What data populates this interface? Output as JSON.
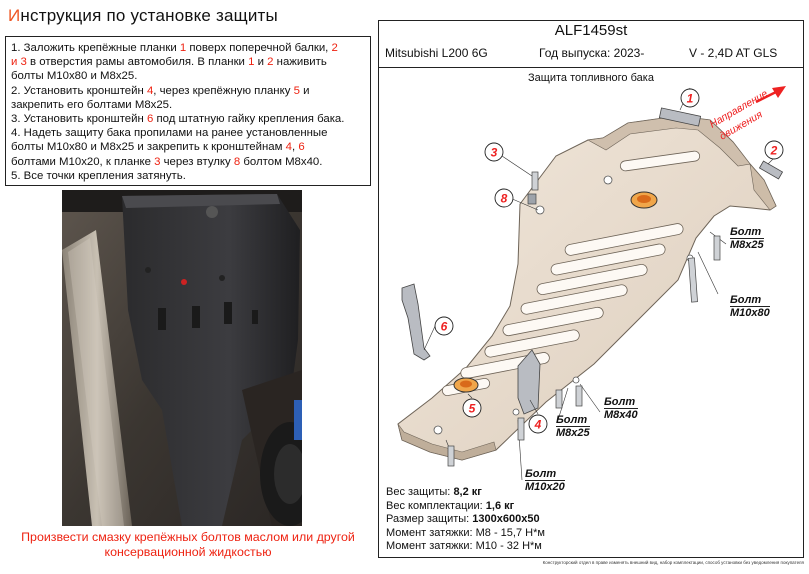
{
  "title": {
    "first_letter": "И",
    "rest": "нструкция по установке защиты"
  },
  "instructions": [
    [
      "1. Заложить крепёжные планки ",
      {
        "hl": "1"
      },
      " поверх поперечной балки, ",
      {
        "hl": "2"
      }
    ],
    [
      {
        "hl": "и 3"
      },
      " в отверстия рамы автомобиля. В планки ",
      {
        "hl": "1"
      },
      " и ",
      {
        "hl": "2"
      },
      " наживить"
    ],
    [
      "болты М10х80 и М8х25."
    ],
    [
      "2. Установить кронштейн ",
      {
        "hl": "4"
      },
      ", через крепёжную планку ",
      {
        "hl": "5"
      },
      " и"
    ],
    [
      "закрепить его болтами М8х25."
    ],
    [
      "3. Установить кронштейн ",
      {
        "hl": "6"
      },
      " под штатную гайку крепления бака."
    ],
    [
      "4. Надеть защиту бака пропилами на ранее установленные"
    ],
    [
      "болты М10х80 и М8х25 и закрепить к кронштейнам ",
      {
        "hl": "4"
      },
      ", ",
      {
        "hl": "6"
      }
    ],
    [
      "болтами М10х20, к планке ",
      {
        "hl": "3"
      },
      " через втулку ",
      {
        "hl": "8"
      },
      " болтом М8х40."
    ],
    [
      "5. Все точки крепления затянуть."
    ]
  ],
  "note": [
    "Произвести смазку крепёжных болтов маслом или другой",
    "консервационной жидкостью"
  ],
  "header": {
    "code": "ALF1459st",
    "model": "Mitsubishi L200 6G",
    "year": "Год выпуска: 2023-",
    "engine": "V - 2,4D AT GLS"
  },
  "subtitle": "Защита топливного бака",
  "direction": [
    "Направление",
    "движения"
  ],
  "callout_numbers": [
    "1",
    "2",
    "3",
    "4",
    "5",
    "6",
    "8"
  ],
  "bolts": [
    {
      "label": "Болт",
      "size": "M8x25"
    },
    {
      "label": "Болт",
      "size": "M10x80"
    },
    {
      "label": "Болт",
      "size": "M8x40"
    },
    {
      "label": "Болт",
      "size": "M8x25"
    },
    {
      "label": "Болт",
      "size": "M10x20"
    }
  ],
  "specs": [
    {
      "label": "Вес защиты:",
      "value": "8,2 кг"
    },
    {
      "label": "Вес комплектации:",
      "value": "1,6 кг"
    },
    {
      "label": "Размер защиты:",
      "value": "1300x600x50"
    },
    {
      "label": "Момент затяжки:",
      "value": "M8 - 15,7 Н*м",
      "plain": true
    },
    {
      "label": "Момент затяжки:",
      "value": "M10 - 32 Н*м",
      "plain": true
    }
  ],
  "footnote": "Конструкторский отдел в праве изменять внешний вид, набор комплектации, способ установки без уведомления покупателя",
  "colors": {
    "accent": "#e52222",
    "plate": "#e8dbcc",
    "plate_edge": "#6e6458"
  }
}
